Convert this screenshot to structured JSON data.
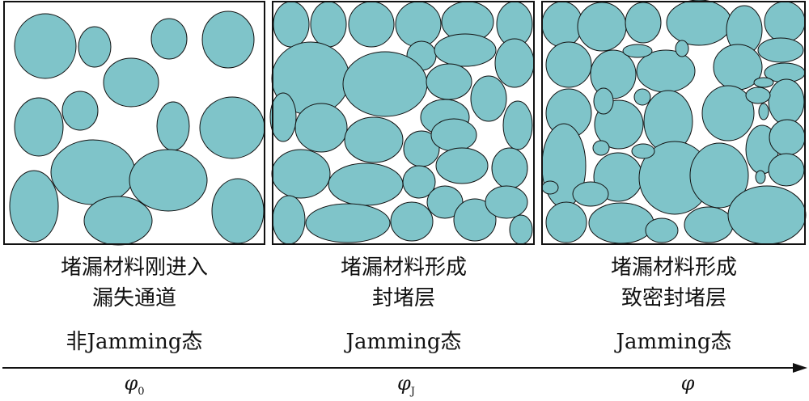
{
  "colors": {
    "particle": "#7fc4c9",
    "outline": "#111111"
  },
  "stages": [
    {
      "caption_line1": "堵漏材料刚进入",
      "caption_line2": "漏失通道",
      "state": "非Jamming态",
      "phi_symbol": "φ",
      "phi_sub": "0"
    },
    {
      "caption_line1": "堵漏材料形成",
      "caption_line2": "封堵层",
      "state": "Jamming态",
      "phi_symbol": "φ",
      "phi_sub": "J"
    },
    {
      "caption_line1": "堵漏材料形成",
      "caption_line2": "致密封堵层",
      "state": "Jamming态",
      "phi_symbol": "φ",
      "phi_sub": ""
    }
  ]
}
